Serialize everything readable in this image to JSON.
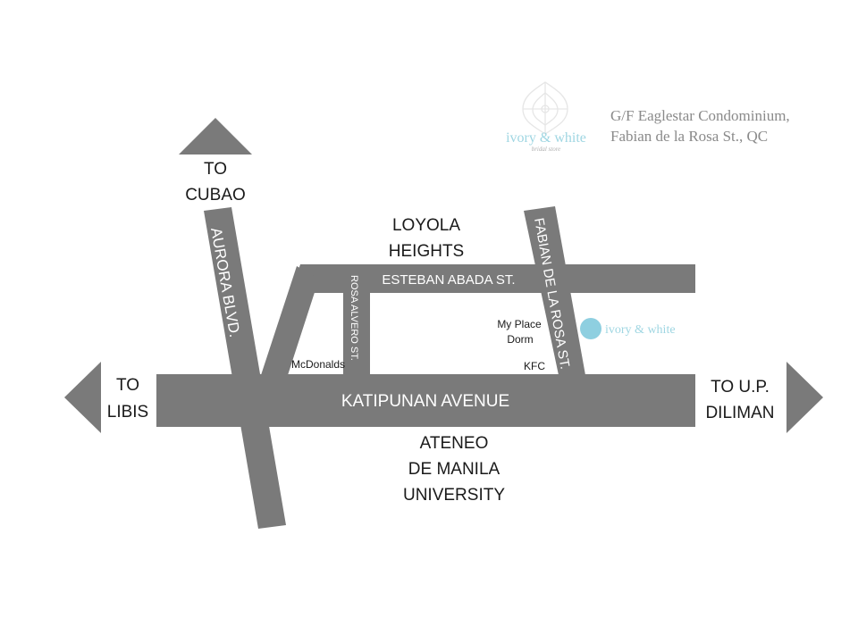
{
  "map": {
    "roads": {
      "aurora": "AURORA BLVD.",
      "esteban": "ESTEBAN ABADA ST.",
      "rosa_alvero": "ROSA ALVERO ST.",
      "fabian": "FABIAN DE LA ROSA ST.",
      "katipunan": "KATIPUNAN AVENUE"
    },
    "directions": {
      "cubao": [
        "TO",
        "CUBAO"
      ],
      "libis": [
        "TO",
        "LIBIS"
      ],
      "up": [
        "TO U.P.",
        "DILIMAN"
      ]
    },
    "areas": {
      "loyola": [
        "LOYOLA",
        "HEIGHTS"
      ],
      "ateneo": [
        "ATENEO",
        "DE MANILA",
        "UNIVERSITY"
      ]
    },
    "landmarks": {
      "mcdonalds": "McDonalds",
      "my_place": [
        "My Place",
        "Dorm"
      ],
      "kfc": "KFC",
      "store_marker": "ivory & white"
    },
    "logo": {
      "name": "ivory & white",
      "tagline": "bridal store"
    },
    "address": [
      "G/F Eaglestar Condominium,",
      "Fabian de la Rosa St., QC"
    ],
    "colors": {
      "road": "#7a7a7a",
      "marker": "#8ecfe0",
      "logo_text": "#9fd6e2",
      "address_text": "#8a8a8a"
    }
  }
}
